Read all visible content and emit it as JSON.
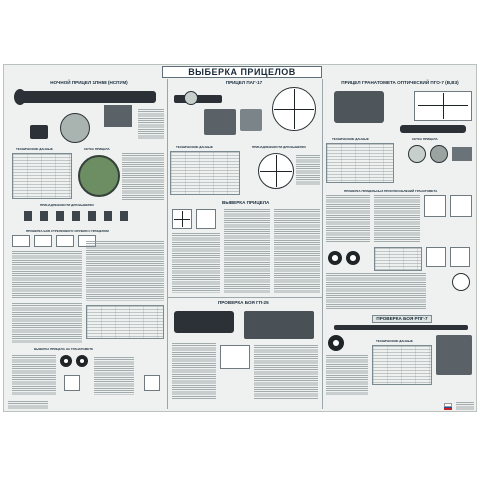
{
  "poster": {
    "title": "ВЫБЕРКА ПРИЦЕЛОВ",
    "sections": {
      "night_sight": "НОЧНОЙ ПРИЦЕЛ 1ПН58 (НСПУМ)",
      "pag17": "ПРИЦЕЛ ПАГ-17",
      "pgo7": "ПРИЦЕЛ ГРАНАТОМЕТА ОПТИЧЕСКИЙ ПГО-7 (В,В3)",
      "boi_gp25": "ПРОВЕРКА БОЯ ГП-25",
      "sight_check": "ВЫВЕРКА ПРИЦЕЛА"
    },
    "subheads": {
      "tech_data_left": "ТЕХНИЧЕСКИЕ ДАННЫЕ",
      "reticle_left": "СЕТКА ПРИЦЕЛА",
      "fixtures_left": "ПРИНАДЛЕЖНОСТИ ДЛЯ ВЫВЕРКИ",
      "check_weapon": "ПРОВЕРКА БОЯ СТРЕЛКОВОГО ОРУЖИЯ С ПРИЦЕЛОМ",
      "grenade_check": "ВЫВЕРКА ПРИЦЕЛА НА ГРАНАТОМЕТЕ",
      "tech_data_mid": "ТЕХНИЧЕСКИЕ ДАННЫЕ",
      "fixtures_mid": "ПРИНАДЛЕЖНОСТИ ДЛЯ ВЫВЕРКИ",
      "tech_data_right": "ТЕХНИЧЕСКИЕ ДАННЫЕ",
      "reticle_right": "СЕТКА ПРИЦЕЛА",
      "check_fixtures_right": "ПРОВЕРКА ПРИЦЕЛЬНЫХ ПРИСПОСОБЛЕНИЙ ГРАНАТОМЕТА",
      "pgs7": "ПРОВЕРКА БОЯ РПГ-7",
      "tech_data_bottom": "ТЕХНИЧЕСКИЕ ДАННЫЕ"
    },
    "accent_colors": {
      "panel": "#eef1ef",
      "reticle_green": "#6c8e62",
      "ink": "#1a2a3a"
    }
  }
}
